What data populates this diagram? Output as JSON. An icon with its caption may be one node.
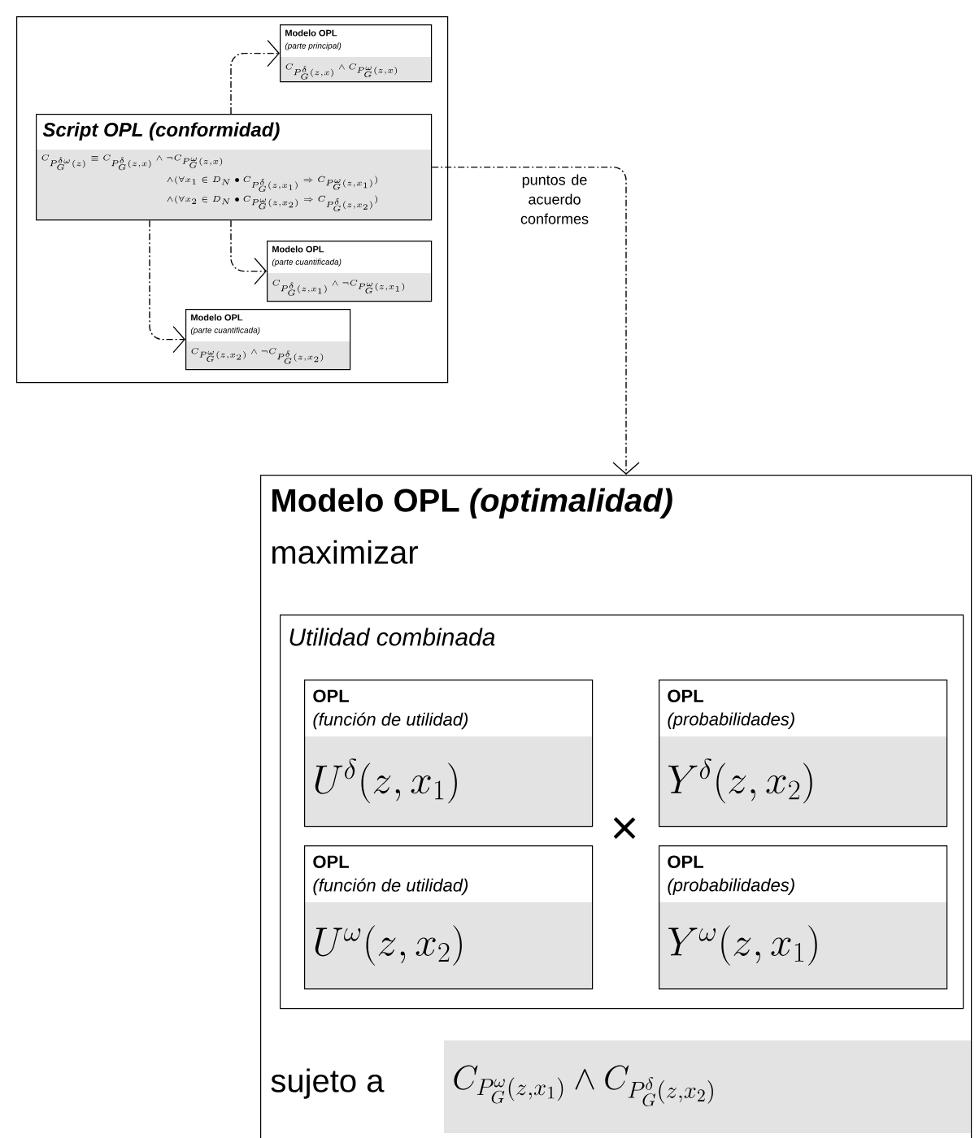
{
  "diagram": {
    "nodes": [
      {
        "text": [],
        "shape": "box"
      },
      {
        "text": [
          "*Script* OPL *(conformidad)*",
          "C_{P_G^{\\delta\\omega}(z)} \\equiv C_{P_G^{\\delta}(z,x)} \\wedge \\neg C_{P_G^{\\omega}(z,x)}",
          "\\wedge (\\forall x_1 \\in D_N \\bullet C_{P_G^{\\delta}(z,x_1)} \\Rightarrow C_{P_G^{\\omega}(z,x_1)})",
          "\\wedge (\\forall x_2 \\in D_N \\bullet C_{P_G^{\\omega}(z,x_2)} \\Rightarrow C_{P_G^{\\delta}(z,x_2)})"
        ],
        "in": 0
      },
      {
        "text": [
          "Modelo OPL",
          "(parte principal)",
          "C_{P_G^{\\delta}(z,x)} \\wedge C_{P_G^{\\omega}(z,x)}"
        ],
        "in": 0
      },
      {
        "text": [
          "Modelo OPL",
          "(parte cuantificada)",
          "C_{P_G^{\\delta}(z,x_1)} \\wedge \\neg C_{P_G^{\\omega}(z,x_1)}"
        ],
        "in": 0
      },
      {
        "text": [
          "Modelo OPL",
          "(parte cuantificada)",
          "C_{P_G^{\\omega}(z,x_2)} \\wedge \\neg C_{P_G^{\\delta}(z,x_2)}"
        ],
        "in": 0
      },
      {
        "text": [
          "Modelo OPL *(optimalidad)*",
          "maximizar",
          "sujeto a",
          "C_{P_G^{\\omega}(z,x_1)} \\wedge C_{P_G^{\\delta}(z,x_2)}"
        ]
      },
      {
        "text": [
          "Utilidad combinada"
        ],
        "in": 5
      },
      {
        "text": [
          "OPL",
          "(función de utilidad)",
          "U^{\\delta}(z,x_1)"
        ],
        "in": 6
      },
      {
        "text": [
          "OPL",
          "(probabilidades)",
          "Y^{\\delta}(z,x_2)"
        ],
        "in": 6
      },
      {
        "text": [
          "OPL",
          "(función de utilidad)",
          "U^{\\omega}(z,x_2)"
        ],
        "in": 6
      },
      {
        "text": [
          "OPL",
          "(probabilidades)",
          "Y^{\\omega}(z,x_1)"
        ],
        "in": 6
      }
    ],
    "edges": [
      {
        "from": 1,
        "to": 2,
        "arrow": "to",
        "style": "dashed"
      },
      {
        "from": 1,
        "to": 3,
        "arrow": "to",
        "style": "dashed"
      },
      {
        "from": 1,
        "to": 4,
        "arrow": "to",
        "style": "dashed"
      },
      {
        "from": 1,
        "to": 5,
        "arrow": "to",
        "style": "dashed",
        "label": "puntos de acuerdo conformes"
      }
    ],
    "labels": [
      "×"
    ]
  }
}
